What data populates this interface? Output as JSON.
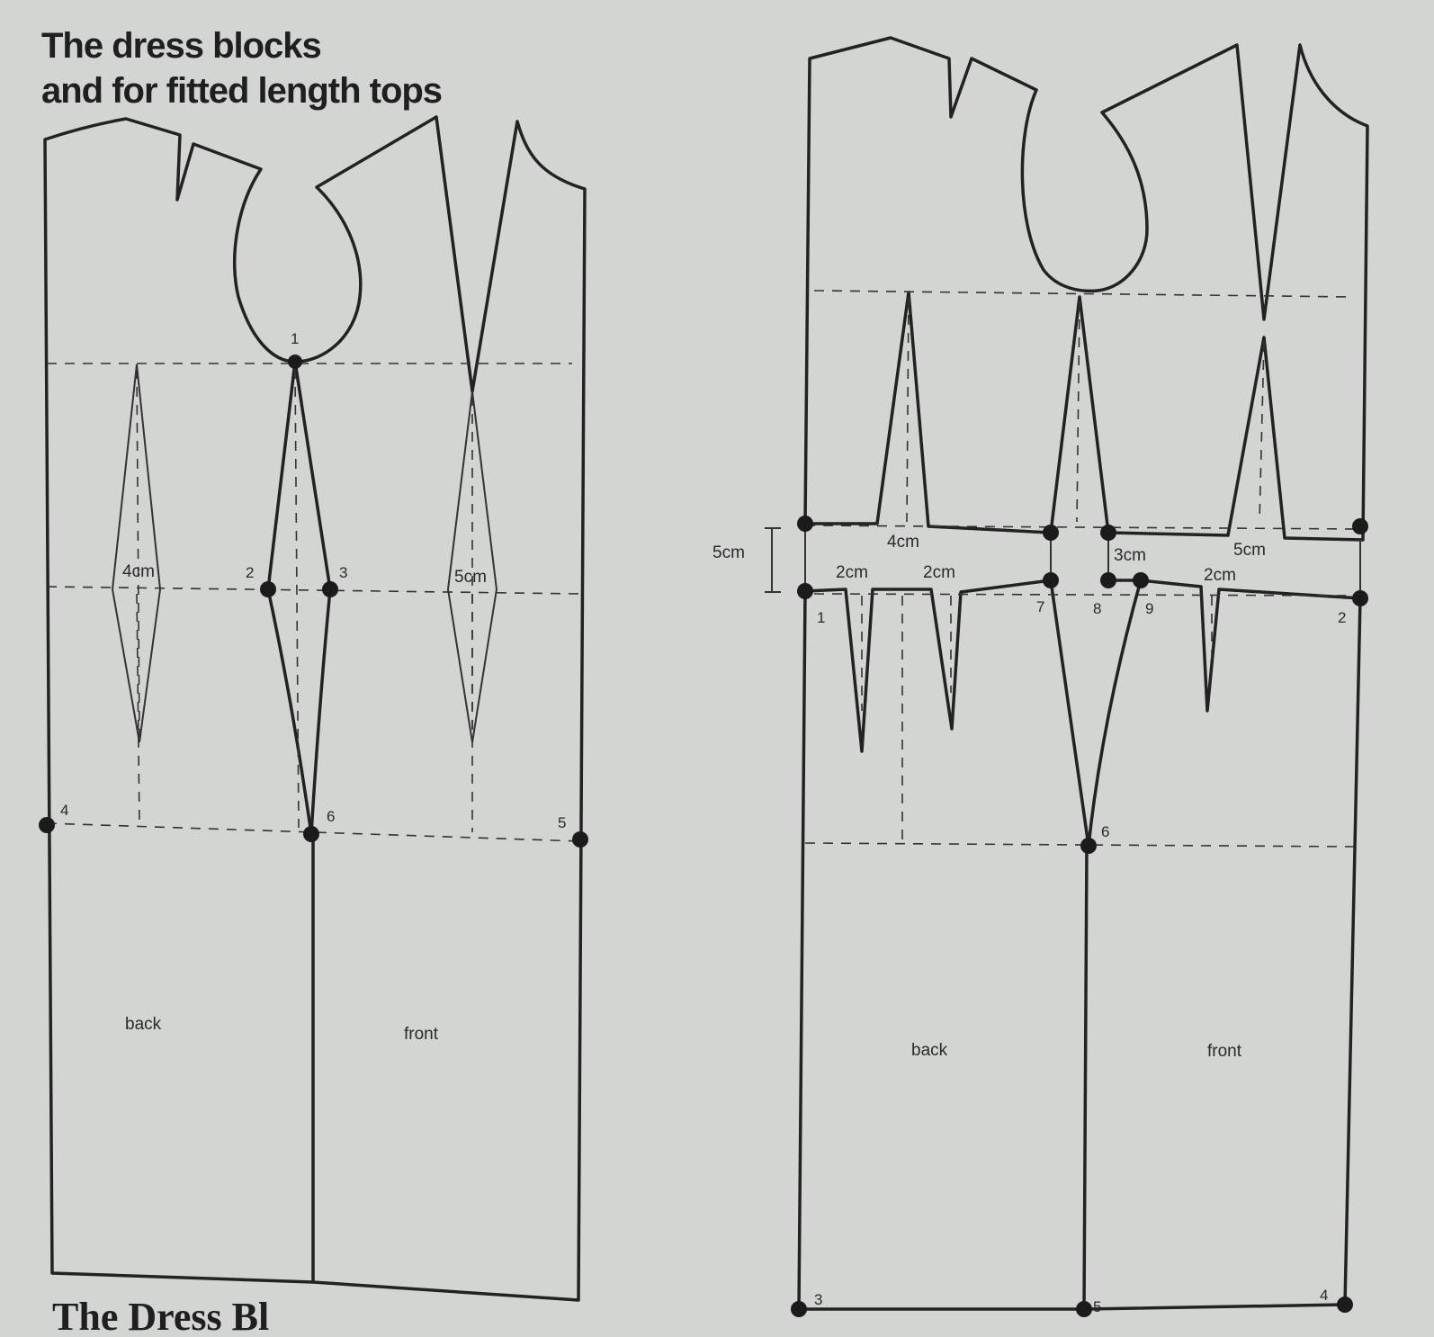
{
  "title": {
    "line1": "The dress blocks",
    "line2": "and for fitted length tops"
  },
  "footer_text": "The Dress Bl",
  "left_diagram": {
    "piece_labels": {
      "back": "back",
      "front": "front"
    },
    "point_labels": [
      "1",
      "2",
      "3",
      "4",
      "5",
      "6"
    ],
    "measurements": {
      "back_dart": "4cm",
      "front_dart": "5cm"
    }
  },
  "right_diagram": {
    "piece_labels": {
      "back": "back",
      "front": "front"
    },
    "point_labels": [
      "1",
      "2",
      "3",
      "4",
      "5",
      "6",
      "7",
      "8",
      "9"
    ],
    "measurements": {
      "gap": "5cm",
      "back_bodice_dart": "4cm",
      "side": "3cm",
      "front_bodice_dart": "5cm",
      "back_skirt_dart1": "2cm",
      "back_skirt_dart2": "2cm",
      "front_skirt_dart": "2cm"
    }
  }
}
